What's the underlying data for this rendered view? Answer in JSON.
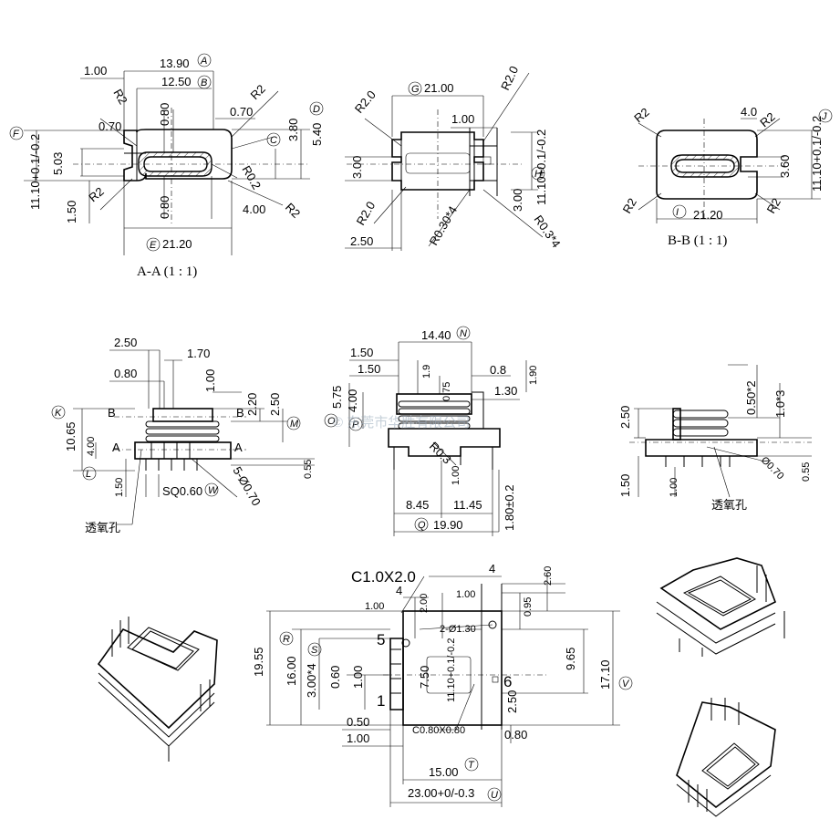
{
  "views": {
    "section_aa": {
      "caption": "A-A  (1 : 1)",
      "dims": {
        "d1390": "13.90",
        "d1250": "12.50",
        "d100": "1.00",
        "d070a": "0.70",
        "d070b": "0.70",
        "d080a": "0.80",
        "d080b": "0.80",
        "d380": "3.80",
        "d540": "5.40",
        "d503": "5.03",
        "d150": "1.50",
        "d400": "4.00",
        "d2120": "21.20",
        "d1110": "11.10+0.1/-0.2",
        "r2a": "R2",
        "r2b": "R2",
        "r2c": "R2",
        "r2d": "R2",
        "r02": "R0.2"
      },
      "markers": {
        "A": "A",
        "B": "B",
        "C": "C",
        "D": "D",
        "E": "E",
        "F": "F"
      }
    },
    "top_view": {
      "dims": {
        "d2100": "21.00",
        "d100": "1.00",
        "d300a": "3.00",
        "d300b": "3.00",
        "d250": "2.50",
        "d1110": "11.10+0.1/-0.2",
        "r20a": "R2.0",
        "r20b": "R2.0",
        "r20c": "R2.0",
        "r030": "R0.30*4",
        "r03": "R0.3*4"
      },
      "markers": {
        "G": "G",
        "H": "H"
      }
    },
    "section_bb": {
      "caption": "B-B  (1 : 1)",
      "dims": {
        "d40": "4.0",
        "d360": "3.60",
        "d2120": "21.20",
        "d1110": "11.10+0.1/-0.2",
        "r2a": "R2",
        "r2b": "R2",
        "r2c": "R2",
        "r2d": "R2"
      },
      "markers": {
        "I": "I",
        "J": "J"
      }
    },
    "front_view": {
      "dims": {
        "d250": "2.50",
        "d170": "1.70",
        "d080": "0.80",
        "d100": "1.00",
        "d220": "2.20",
        "d250b": "2.50",
        "d1065": "10.65",
        "d400": "4.00",
        "d150": "1.50",
        "d055": "0.55",
        "sq": "SQ0.60",
        "holes": "5-Ø0.70",
        "vent": "透氧孔"
      },
      "labels": {
        "B1": "B",
        "B2": "B",
        "A1": "A",
        "A2": "A"
      },
      "markers": {
        "K": "K",
        "L": "L",
        "M": "M",
        "W": "W"
      }
    },
    "side_view": {
      "dims": {
        "d1440": "14.40",
        "d150a": "1.50",
        "d150b": "1.50",
        "d19": "1.9",
        "d08": "0.8",
        "d190": "1.90",
        "d075": "0.75",
        "d130": "1.30",
        "d575": "5.75",
        "d400": "4.00",
        "r03": "R0.3",
        "d100": "1.00",
        "d845": "8.45",
        "d1145": "11.45",
        "d180": "1.80±0.2",
        "d1990": "19.90"
      },
      "markers": {
        "N": "N",
        "O": "O",
        "P": "P",
        "Q": "Q"
      }
    },
    "end_view": {
      "dims": {
        "d250": "2.50",
        "d050": "0.50*2",
        "d10": "1.0*3",
        "d150": "1.50",
        "d100": "1.00",
        "d055": "0.55",
        "d070": "Ø0.70",
        "vent": "透氧孔"
      }
    },
    "bottom_view": {
      "dims": {
        "chamfer": "C1.0X2.0",
        "d4a": "4",
        "d4b": "4",
        "d100a": "1.00",
        "d200": "2.00",
        "d100b": "1.00",
        "d260": "2.60",
        "d095": "0.95",
        "holes": "2-Ø1.30",
        "d1955": "19.55",
        "d1600": "16.00",
        "d300": "3.00*4",
        "d060": "0.60",
        "d100c": "1.00",
        "d750": "7.50",
        "d1110": "11.10+0.1/-0.2",
        "d965": "9.65",
        "d1710": "17.10",
        "d250": "2.50",
        "d050": "0.50",
        "d100d": "1.00",
        "c080": "C0.80X0.80",
        "d080": "0.80",
        "d1500": "15.00",
        "d2300": "23.00+0/-0.3",
        "pin5": "5",
        "pin1": "1",
        "pin6": "6"
      },
      "markers": {
        "R": "R",
        "S": "S",
        "T": "T",
        "U": "U",
        "V": "V"
      }
    }
  },
  "watermark": "© 东莞市华胜有限公司"
}
